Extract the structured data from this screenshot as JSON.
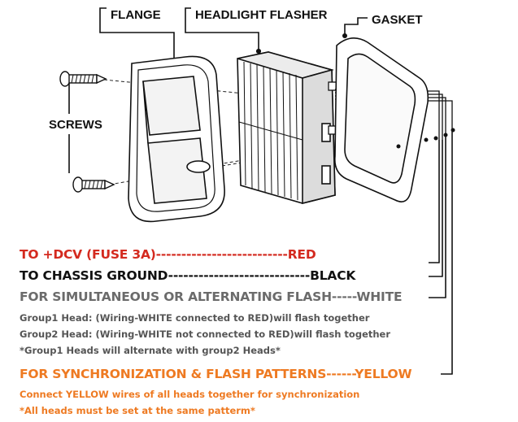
{
  "colors": {
    "red": "#d42a1f",
    "black": "#111111",
    "white_wire_text": "#6b6b6b",
    "group_text": "#555555",
    "yellow_wire_text": "#ee7a22"
  },
  "parts": {
    "flange": "FLANGE",
    "flasher": "HEADLIGHT FLASHER",
    "gasket": "GASKET",
    "screws": "SCREWS"
  },
  "wires": [
    {
      "text": "TO +DCV (FUSE 3A)--------------------------RED",
      "color": "#d42a1f"
    },
    {
      "text": "TO CHASSIS GROUND----------------------------BLACK",
      "color": "#111111"
    },
    {
      "text": "FOR SIMULTANEOUS OR ALTERNATING FLASH-----WHITE",
      "color": "#6b6b6b"
    },
    {
      "text": "FOR SYNCHRONIZATION & FLASH PATTERNS------YELLOW",
      "color": "#ee7a22"
    }
  ],
  "white_notes": [
    "Group1 Head: (Wiring-WHITE connected to RED)will flash together",
    "Group2 Head: (Wiring-WHITE not connected to RED)will flash together",
    "*Group1 Heads will alternate with group2 Heads*"
  ],
  "yellow_notes": [
    "Connect YELLOW wires of all heads together for synchronization",
    "*All heads must be set at the same patterm*"
  ]
}
